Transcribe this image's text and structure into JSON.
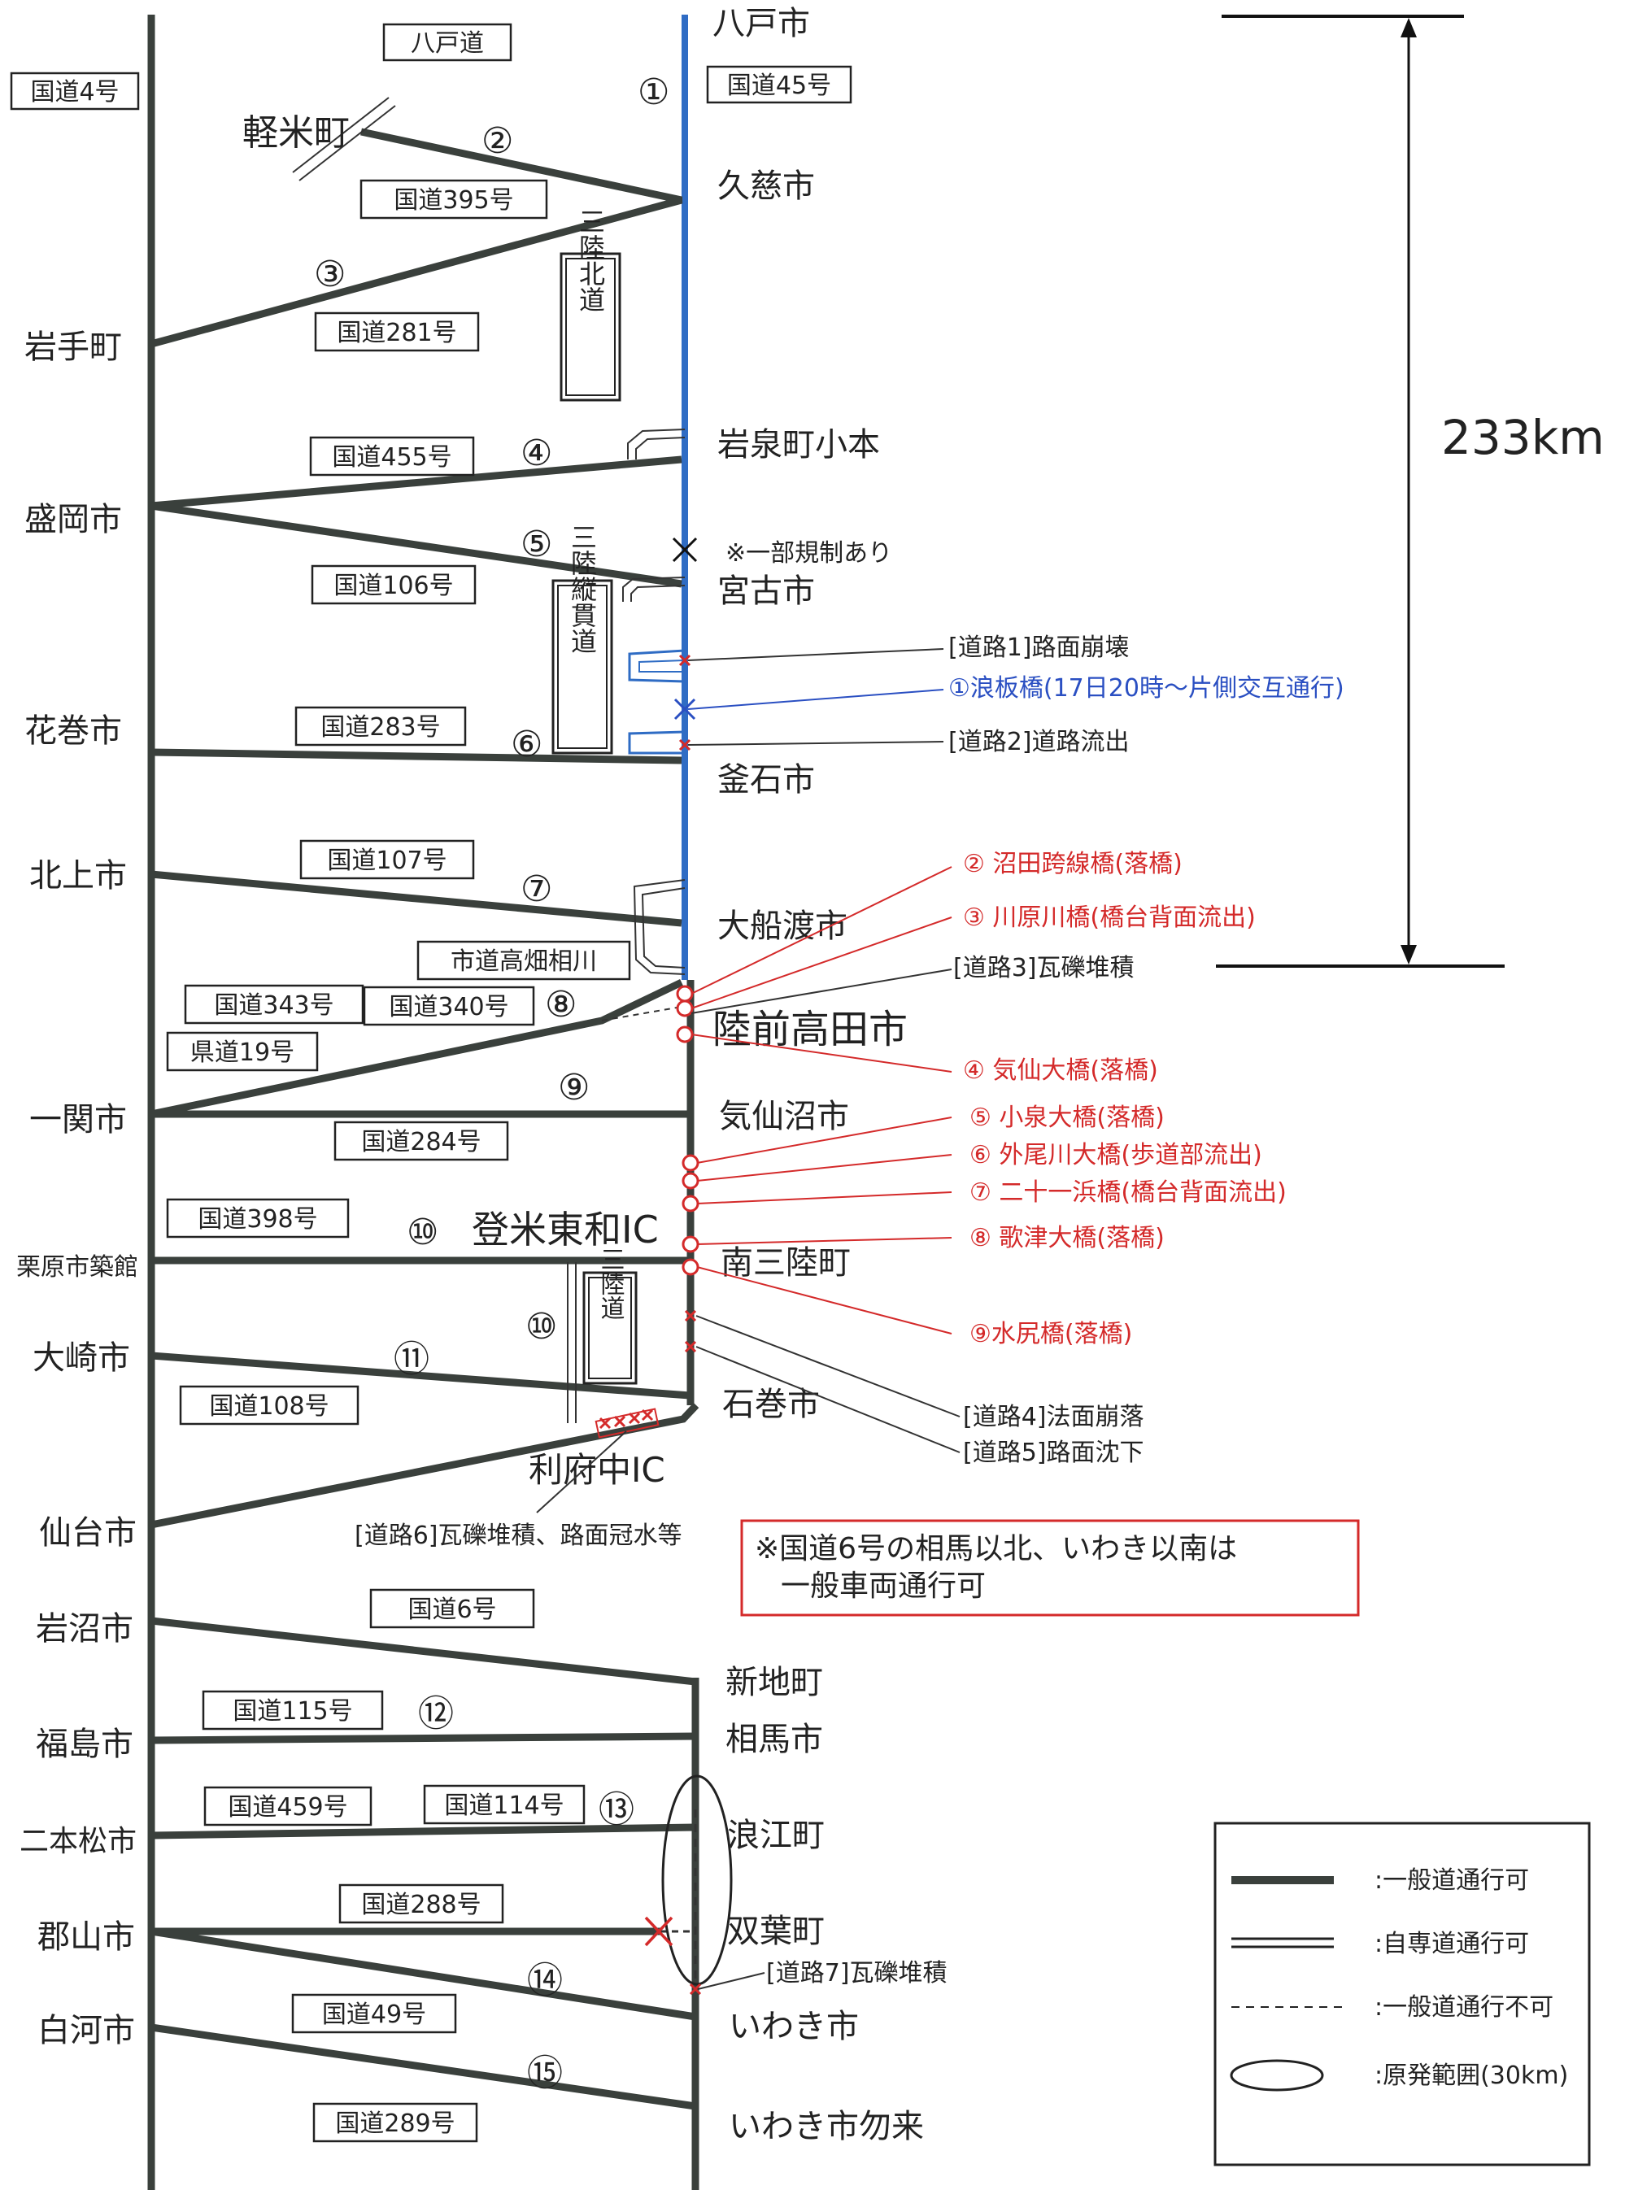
{
  "distance_label": "233km",
  "cities_left": [
    "国道4号",
    "岩手町",
    "盛岡市",
    "花巻市",
    "北上市",
    "一関市",
    "栗原市築館",
    "大崎市",
    "仙台市",
    "岩沼市",
    "福島市",
    "二本松市",
    "郡山市",
    "白河市"
  ],
  "cities_right": [
    "八戸市",
    "久慈市",
    "岩泉町小本",
    "宮古市",
    "釜石市",
    "大船渡市",
    "陸前高田市",
    "気仙沼市",
    "南三陸町",
    "石巻市",
    "新地町",
    "相馬市",
    "浪江町",
    "双葉町",
    "いわき市",
    "いわき市勿来"
  ],
  "misc_labels": [
    "軽米町",
    "登米東和IC",
    "利府中IC",
    "※一部規制あり"
  ],
  "boxed_roads": [
    "八戸道",
    "国道45号",
    "国道395号",
    "国道281号",
    "国道455号",
    "国道106号",
    "国道283号",
    "国道107号",
    "市道高畑相川",
    "国道343号",
    "国道340号",
    "県道19号",
    "国道284号",
    "国道398号",
    "国道108号",
    "国道6号",
    "国道115号",
    "国道459号",
    "国道114号",
    "国道288号",
    "国道49号",
    "国道289号"
  ],
  "expressway_boxes": [
    "三陸北道",
    "三陸縦貫道",
    "三陸道"
  ],
  "route_numbers": [
    "①",
    "②",
    "③",
    "④",
    "⑤",
    "⑥",
    "⑦",
    "⑧",
    "⑨",
    "⑩",
    "⑩",
    "⑪",
    "⑫",
    "⑬",
    "⑭",
    "⑮"
  ],
  "damage_notes": [
    {
      "text": "[道路1]路面崩壊",
      "color": "#222222"
    },
    {
      "text": "①浪板橋(17日20時～片側交互通行)",
      "color": "#2a4fc2"
    },
    {
      "text": "[道路2]道路流出",
      "color": "#222222"
    },
    {
      "text": "② 沼田跨線橋(落橋)",
      "color": "#d42a2a"
    },
    {
      "text": "③ 川原川橋(橋台背面流出)",
      "color": "#d42a2a"
    },
    {
      "text": "[道路3]瓦礫堆積",
      "color": "#222222"
    },
    {
      "text": "④ 気仙大橋(落橋)",
      "color": "#d42a2a"
    },
    {
      "text": "⑤ 小泉大橋(落橋)",
      "color": "#d42a2a"
    },
    {
      "text": "⑥ 外尾川大橋(歩道部流出)",
      "color": "#d42a2a"
    },
    {
      "text": "⑦ 二十一浜橋(橋台背面流出)",
      "color": "#d42a2a"
    },
    {
      "text": "⑧ 歌津大橋(落橋)",
      "color": "#d42a2a"
    },
    {
      "text": "⑨水尻橋(落橋)",
      "color": "#d42a2a"
    },
    {
      "text": "[道路4]法面崩落",
      "color": "#222222"
    },
    {
      "text": "[道路5]路面沈下",
      "color": "#222222"
    },
    {
      "text": "[道路6]瓦礫堆積、路面冠水等",
      "color": "#222222"
    },
    {
      "text": "[道路7]瓦礫堆積",
      "color": "#222222"
    }
  ],
  "notice": [
    "※国道6号の相馬以北、いわき以南は",
    "一般車両通行可"
  ],
  "legend": [
    {
      "symbol": "thick",
      "label": ":一般道通行可"
    },
    {
      "symbol": "double",
      "label": ":自専道通行可"
    },
    {
      "symbol": "dashed",
      "label": ":一般道通行不可"
    },
    {
      "symbol": "ellipse",
      "label": ":原発範囲(30km)"
    }
  ],
  "colors": {
    "road": "#3a403c",
    "coastal_route": "#2f6cc4",
    "damage_red": "#d42a2a",
    "note_blue": "#2a4fc2",
    "text": "#222222"
  }
}
